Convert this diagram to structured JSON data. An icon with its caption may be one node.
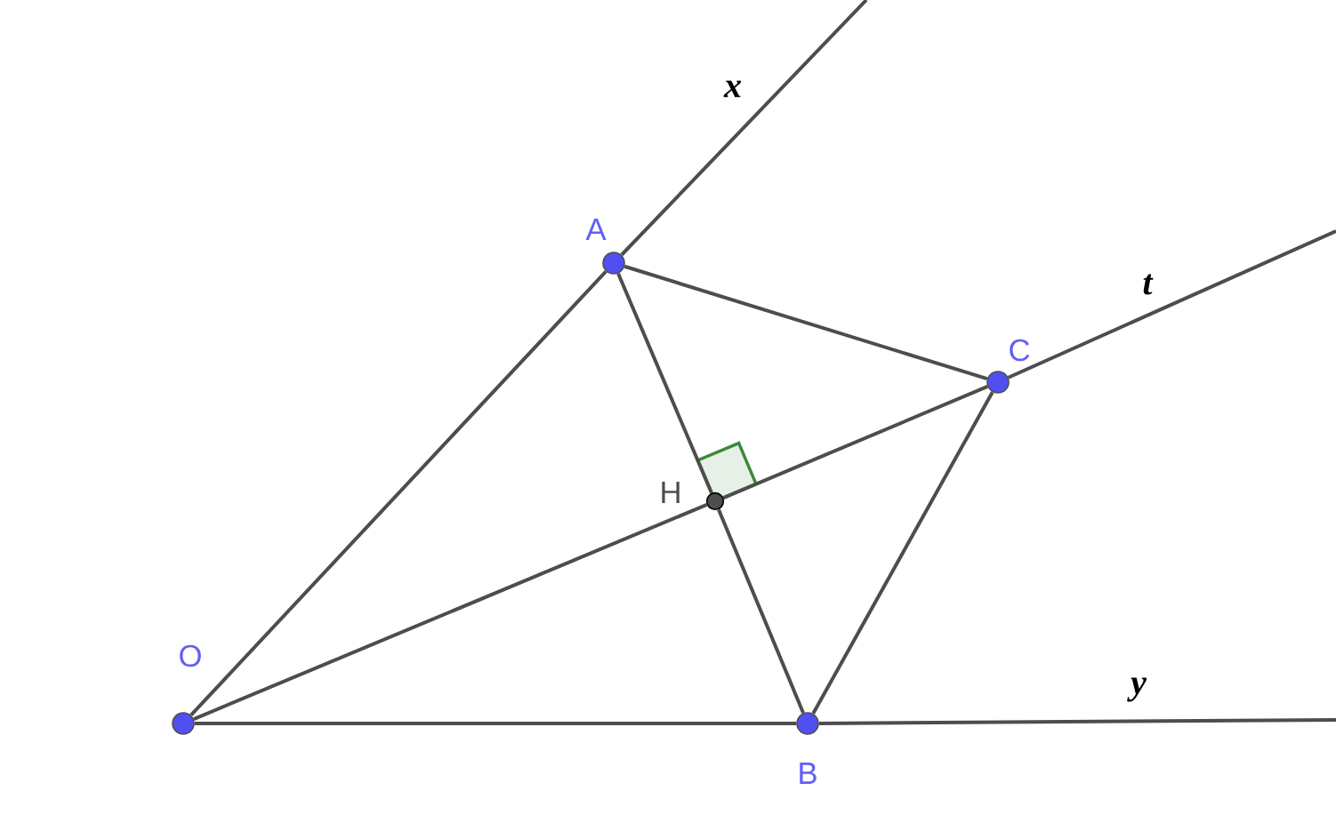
{
  "diagram": {
    "nodes": [
      {
        "text": [],
        "shape": "circle",
        "beside": [
          "O"
        ]
      },
      {
        "text": [],
        "shape": "circle",
        "beside": [
          "A"
        ]
      },
      {
        "text": [],
        "shape": "circle",
        "beside": [
          "B"
        ]
      },
      {
        "text": [],
        "shape": "circle",
        "beside": [
          "C"
        ]
      },
      {
        "text": [],
        "shape": "circle",
        "beside": [
          "H"
        ]
      }
    ],
    "edges": [
      {
        "from": 0,
        "to": 1,
        "arrow": "none"
      },
      {
        "from": 1,
        "to": null,
        "arrow": "none"
      },
      {
        "from": 0,
        "to": 4,
        "arrow": "none"
      },
      {
        "from": 4,
        "to": 3,
        "arrow": "none"
      },
      {
        "from": 3,
        "to": null,
        "arrow": "none"
      },
      {
        "from": 0,
        "to": 2,
        "arrow": "none"
      },
      {
        "from": 2,
        "to": null,
        "arrow": "none"
      },
      {
        "from": 1,
        "to": 3,
        "arrow": "none"
      },
      {
        "from": 3,
        "to": 2,
        "arrow": "none"
      },
      {
        "from": 1,
        "to": 4,
        "arrow": "none"
      },
      {
        "from": 4,
        "to": 2,
        "arrow": "none"
      }
    ],
    "labels": [
      "x",
      "t",
      "y"
    ]
  }
}
